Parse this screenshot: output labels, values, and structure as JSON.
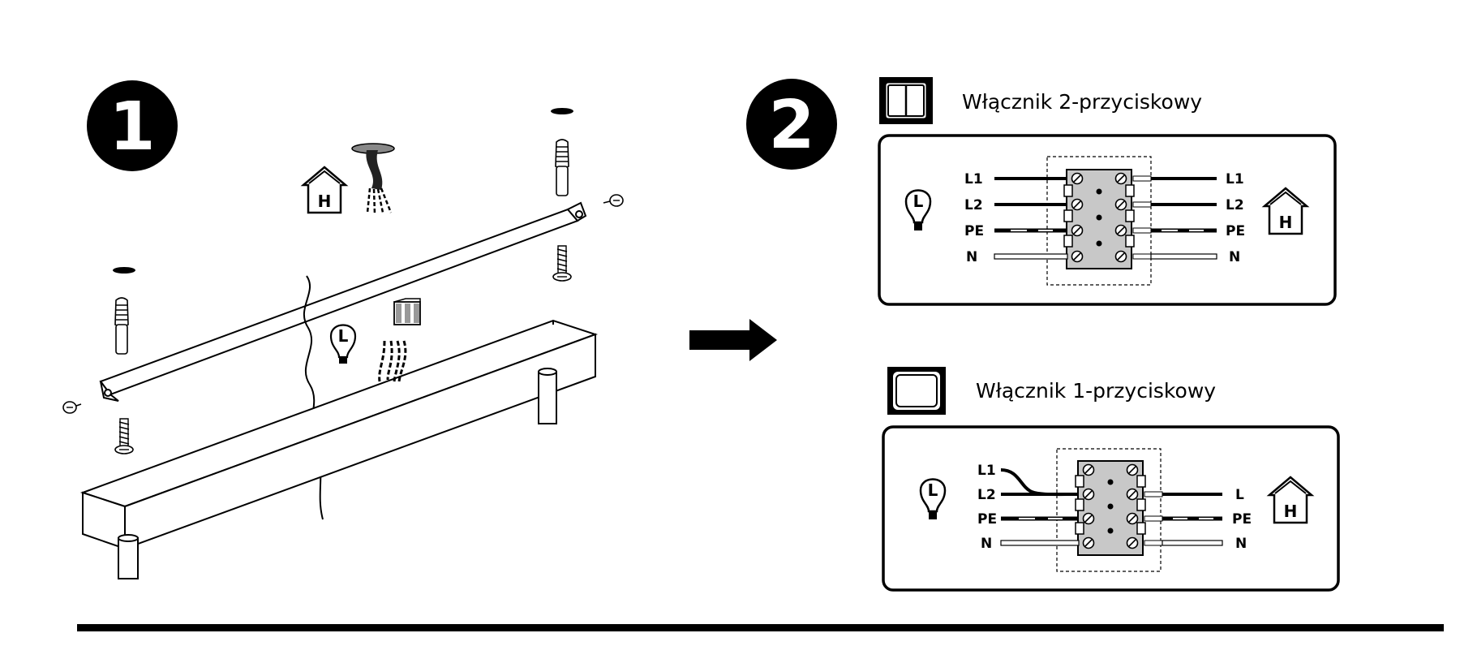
{
  "steps": {
    "step1": "1",
    "step2": "2"
  },
  "icons": {
    "house_letter": "H",
    "lamp_letter": "L"
  },
  "switch_2": {
    "title": "Włącznik 2-przyciskowy",
    "left_wires": [
      "L1",
      "L2",
      "PE",
      "N"
    ],
    "right_wires": [
      "L1",
      "L2",
      "PE",
      "N"
    ]
  },
  "switch_1": {
    "title": "Włącznik 1-przyciskowy",
    "left_wires": [
      "L1",
      "L2",
      "PE",
      "N"
    ],
    "right_wires": [
      "L",
      "PE",
      "N"
    ]
  },
  "colors": {
    "ink": "#000000",
    "terminal_fill": "#c8c8c8",
    "background": "#ffffff"
  }
}
